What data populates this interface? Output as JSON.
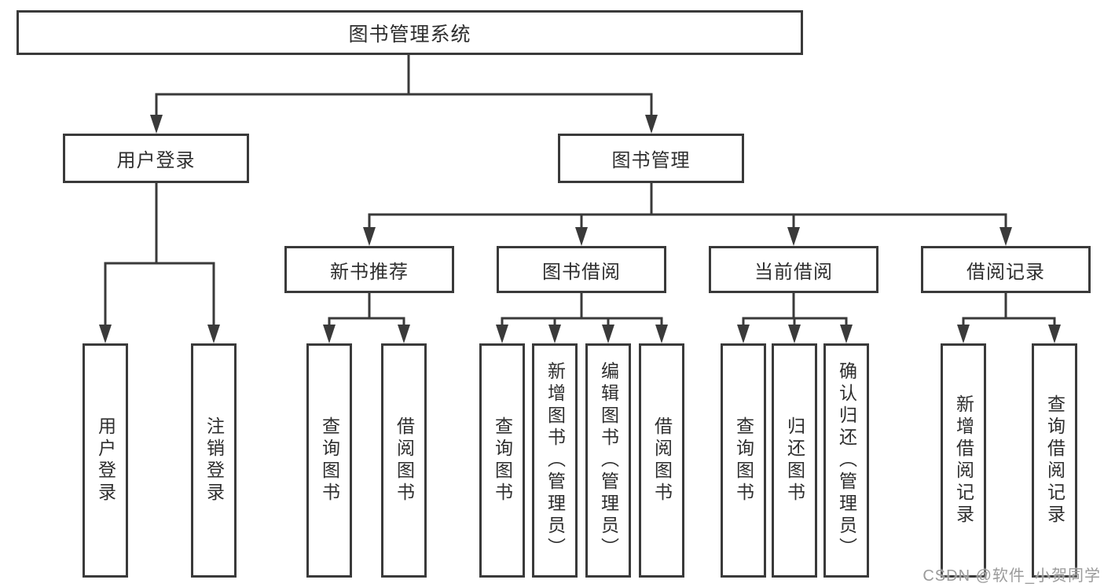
{
  "tree": {
    "label": "图书管理系统",
    "children": [
      {
        "label": "用户登录",
        "children": [
          {
            "label": "用户登录"
          },
          {
            "label": "注销登录"
          }
        ]
      },
      {
        "label": "图书管理",
        "children": [
          {
            "label": "新书推荐",
            "children": [
              {
                "label": "查询图书"
              },
              {
                "label": "借阅图书"
              }
            ]
          },
          {
            "label": "图书借阅",
            "children": [
              {
                "label": "查询图书"
              },
              {
                "label": "新增图书（管理员）"
              },
              {
                "label": "编辑图书（管理员）"
              },
              {
                "label": "借阅图书"
              }
            ]
          },
          {
            "label": "当前借阅",
            "children": [
              {
                "label": "查询图书"
              },
              {
                "label": "归还图书"
              },
              {
                "label": "确认归还（管理员）"
              }
            ]
          },
          {
            "label": "借阅记录",
            "children": [
              {
                "label": "新增借阅记录"
              },
              {
                "label": "查询借阅记录"
              }
            ]
          }
        ]
      }
    ]
  },
  "watermark": "CSDN @软件_小贺同学",
  "colors": {
    "line": "#3a3a3a",
    "text": "#2e2e2e",
    "watermark": "#9b9b9b",
    "background": "#ffffff"
  }
}
